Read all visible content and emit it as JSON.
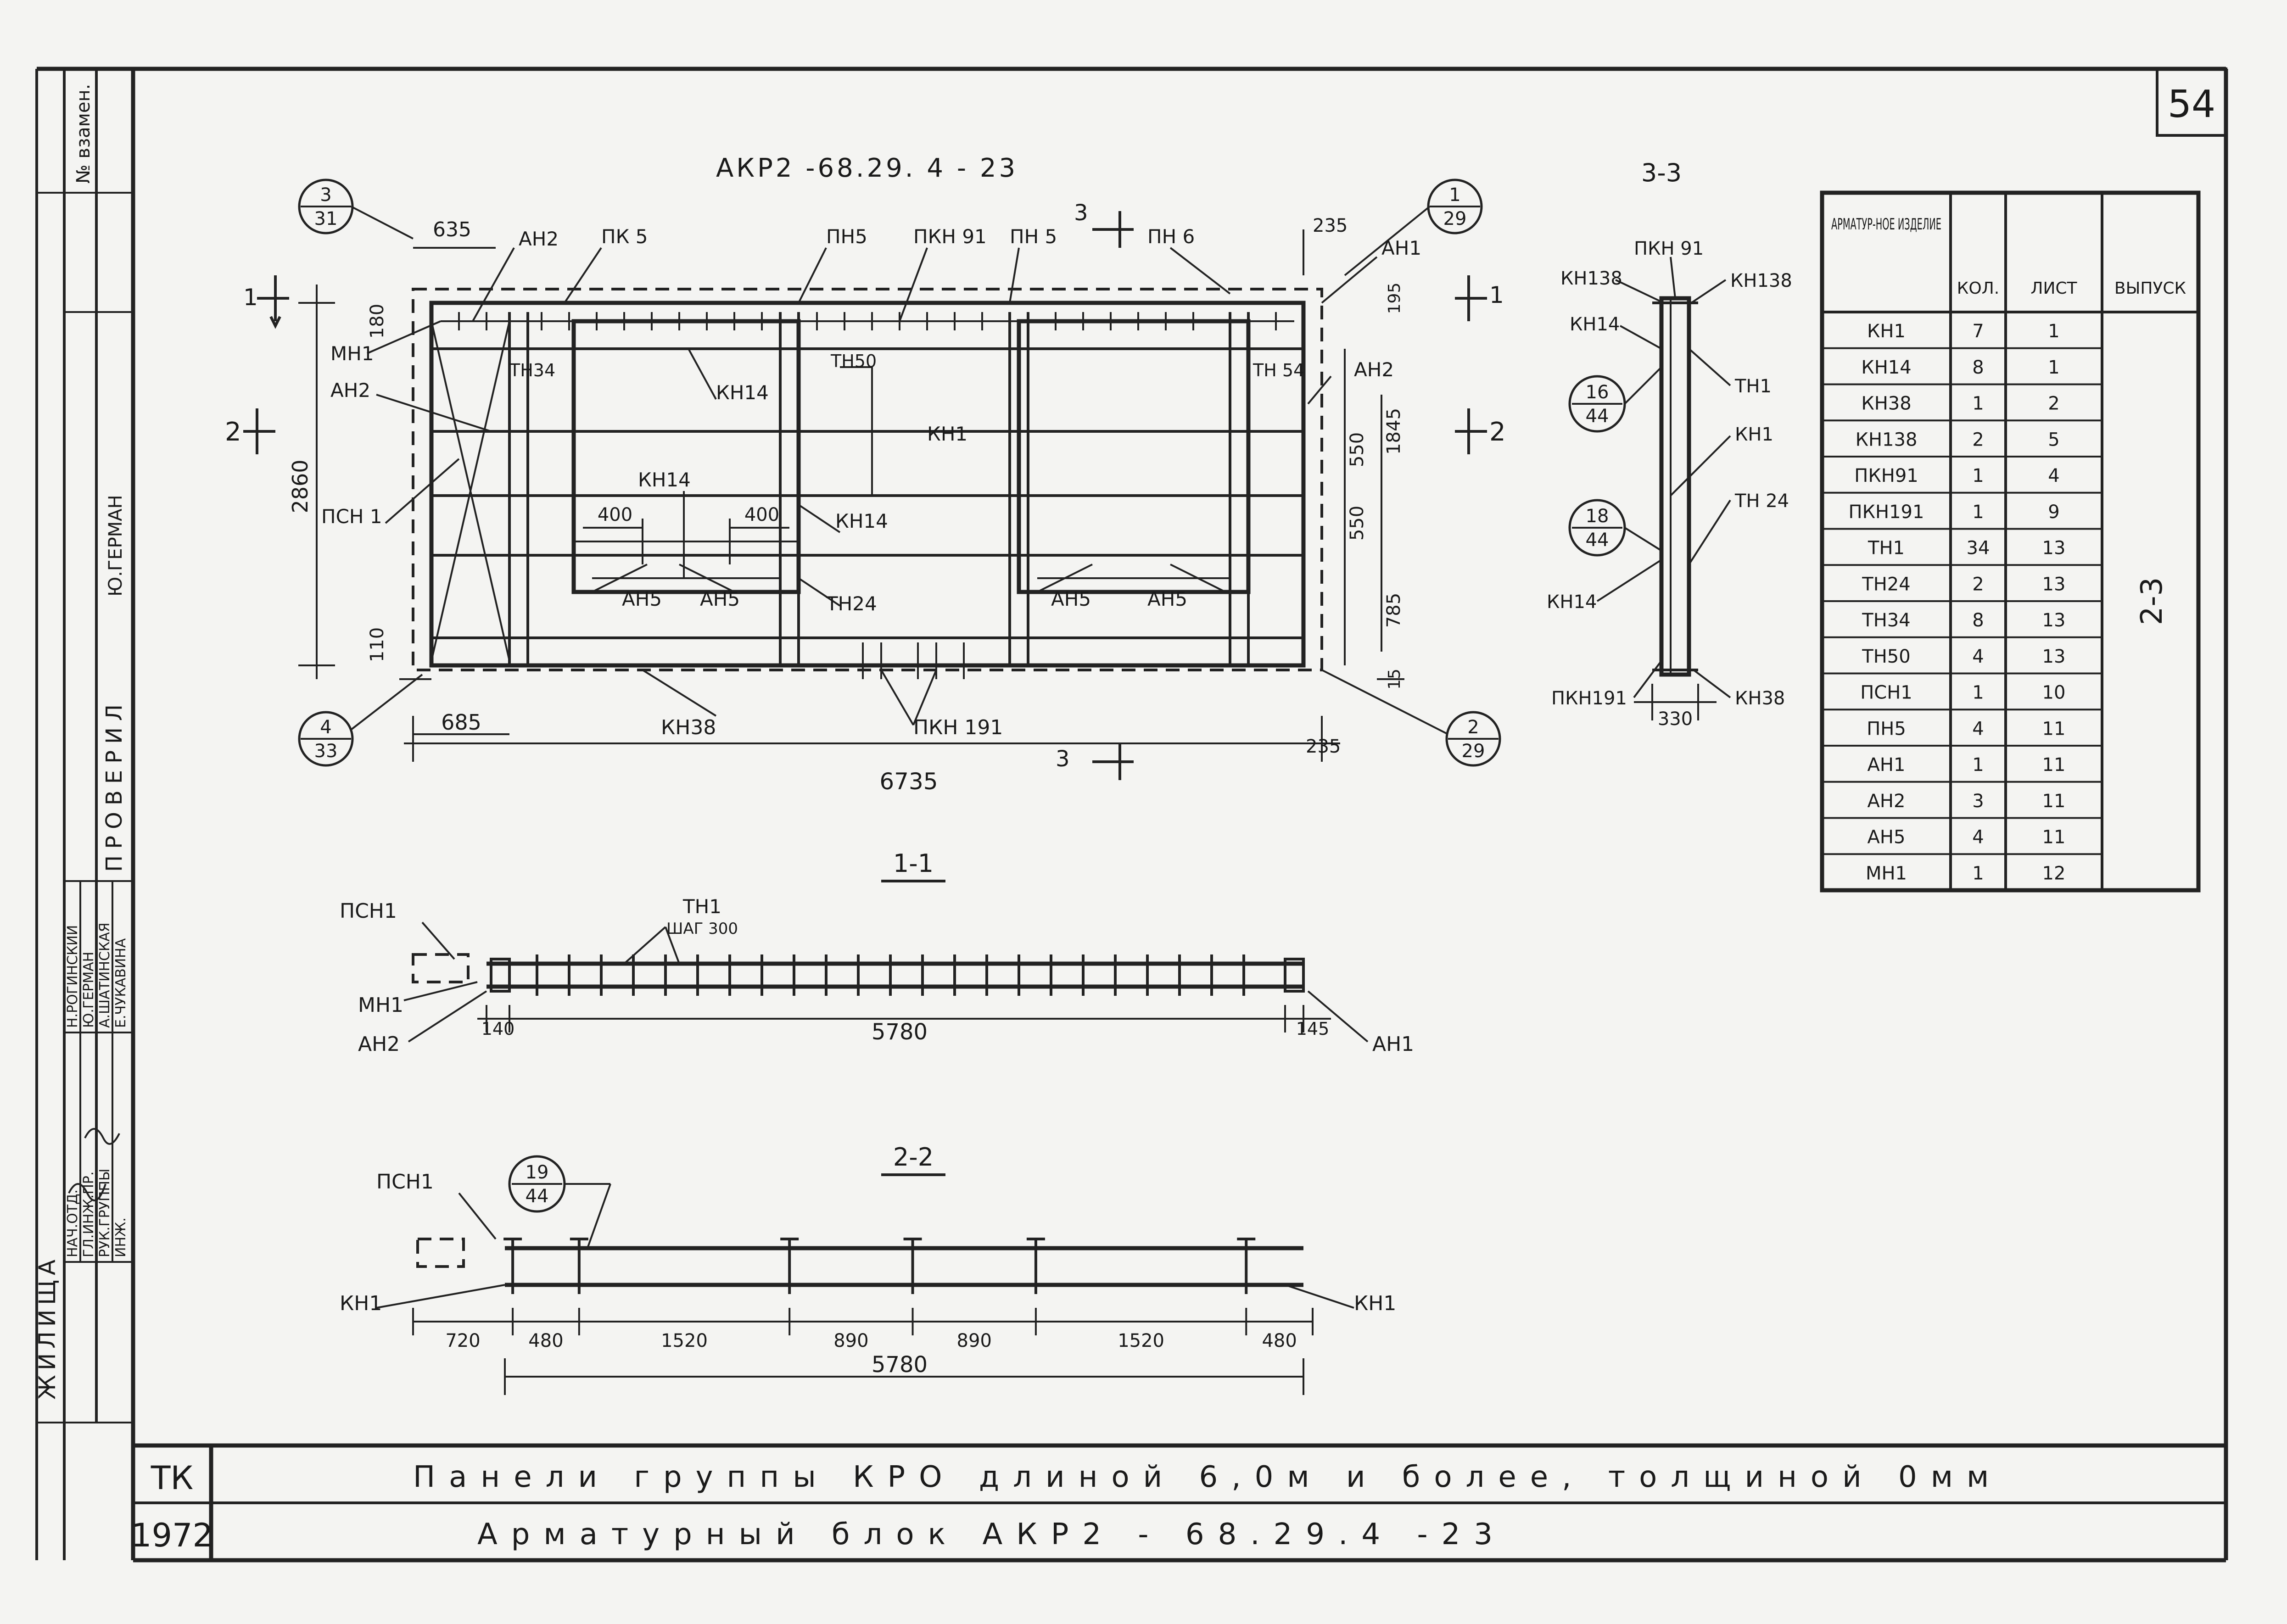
{
  "sheet": {
    "number": "54",
    "stamp_line1": "ТК",
    "stamp_line2": "1972",
    "title_line1": "Панели группы КРО длиной 6,0м и более, толщиной 0мм",
    "title_line2": "Арматурный блок АКР2 - 68.29.4 -23",
    "left_strip": {
      "vzamen": "№ взамен.",
      "zhilishcha": "ЖИЛИЩА",
      "proveril": "ПРОВЕРИЛ",
      "german": "Ю.ГЕРМАН",
      "roles": [
        "НАЧ.ОТД.",
        "ГЛ.ИНЖ.ПР.",
        "РУК.ГРУППЫ",
        "ИНЖ."
      ],
      "names": [
        "Н.РОГИНСКИЙ",
        "Ю.ГЕРМАН",
        "А.ШАТИНСКАЯ",
        "Е.ЧУКАВИНА"
      ],
      "role2": "ГЛ.ИНЖ.ПР."
    }
  },
  "main_view": {
    "title": "АКР2 -68.29. 4 - 23",
    "labels": {
      "pkn91": "ПКН 91",
      "pn5a": "ПН5",
      "pn5b": "ПН 5",
      "pk5": "ПК 5",
      "pn6": "ПН 6",
      "an1": "АН1",
      "an2a": "АН2",
      "an2b": "АН2",
      "an2c": "АН2",
      "mn1": "МН1",
      "psn1": "ПСН 1",
      "tn34": "ТН34",
      "tn50": "ТН50",
      "tn54": "ТН 54",
      "tn24": "ТН24",
      "kn14a": "КН14",
      "kn14b": "КН14",
      "kn14c": "КН14",
      "kn1": "КН1",
      "an5a": "АН5",
      "an5b": "АН5",
      "an5c": "АН5",
      "an5d": "АН5",
      "kn38": "КН38",
      "pkn191": "ПКН 191"
    },
    "dims": {
      "d635": "635",
      "d235a": "235",
      "d235b": "235",
      "d180": "180",
      "d2860": "2860",
      "d110": "110",
      "d685": "685",
      "d6735": "6735",
      "d400a": "400",
      "d400b": "400",
      "d550a": "550",
      "d550b": "550",
      "d1845": "1845",
      "d785": "785",
      "d15": "15",
      "d195": "195"
    },
    "section_marks": {
      "s1": "1",
      "s1r": "1",
      "s2": "2",
      "s2r": "2",
      "s3": "3",
      "s3b": "3"
    },
    "callouts": [
      {
        "top": "3",
        "bottom": "31"
      },
      {
        "top": "1",
        "bottom": "29"
      },
      {
        "top": "4",
        "bottom": "33"
      },
      {
        "top": "2",
        "bottom": "29"
      }
    ]
  },
  "section_11": {
    "title": "1-1",
    "labels": {
      "psn1": "ПСН1",
      "mn1": "МН1",
      "an2": "АН2",
      "an1": "АН1",
      "tn1": "ТН1",
      "step": "ШАГ 300"
    },
    "dims": {
      "d140": "140",
      "d5780": "5780",
      "d145": "145"
    }
  },
  "section_22": {
    "title": "2-2",
    "labels": {
      "psn1": "ПСН1",
      "kn1a": "КН1",
      "kn1b": "КН1"
    },
    "callout": {
      "top": "19",
      "bottom": "44"
    },
    "dims": [
      "720",
      "480",
      "1520",
      "890",
      "890",
      "1520",
      "480"
    ],
    "total": "5780"
  },
  "section_33": {
    "title": "3-3",
    "labels": {
      "pkn91": "ПКН 91",
      "kn138a": "КН138",
      "kn138b": "КН138",
      "kn14a": "КН14",
      "kn14b": "КН14",
      "tn1": "ТН1",
      "kn1": "КН1",
      "tn24": "ТН 24",
      "pkn191": "ПКН191",
      "kn38": "КН38"
    },
    "callouts": [
      {
        "top": "16",
        "bottom": "44"
      },
      {
        "top": "18",
        "bottom": "44"
      }
    ],
    "dim330": "330"
  },
  "spec_table": {
    "headers": [
      "АРМАТУР-НОЕ ИЗДЕЛИЕ",
      "КОЛ.",
      "ЛИСТ",
      "ВЫПУСК"
    ],
    "issue": "2-3",
    "rows": [
      [
        "КН1",
        "7",
        "1"
      ],
      [
        "КН14",
        "8",
        "1"
      ],
      [
        "КН38",
        "1",
        "2"
      ],
      [
        "КН138",
        "2",
        "5"
      ],
      [
        "ПКН91",
        "1",
        "4"
      ],
      [
        "ПКН191",
        "1",
        "9"
      ],
      [
        "ТН1",
        "34",
        "13"
      ],
      [
        "ТН24",
        "2",
        "13"
      ],
      [
        "ТН34",
        "8",
        "13"
      ],
      [
        "ТН50",
        "4",
        "13"
      ],
      [
        "ПСН1",
        "1",
        "10"
      ],
      [
        "ПН5",
        "4",
        "11"
      ],
      [
        "АН1",
        "1",
        "11"
      ],
      [
        "АН2",
        "3",
        "11"
      ],
      [
        "АН5",
        "4",
        "11"
      ],
      [
        "МН1",
        "1",
        "12"
      ]
    ]
  }
}
